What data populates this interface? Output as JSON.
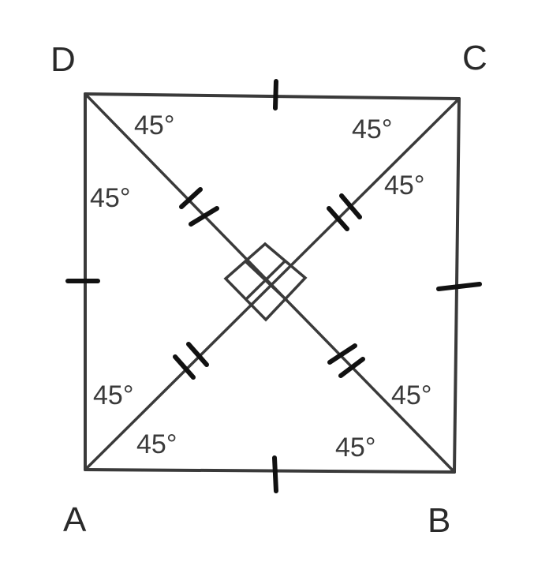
{
  "vertices": {
    "a": "A",
    "b": "B",
    "c": "C",
    "d": "D"
  },
  "angles": {
    "d_top": "45°",
    "d_left": "45°",
    "c_top": "45°",
    "c_right": "45°",
    "a_left": "45°",
    "a_bottom": "45°",
    "b_right": "45°",
    "b_bottom": "45°"
  }
}
